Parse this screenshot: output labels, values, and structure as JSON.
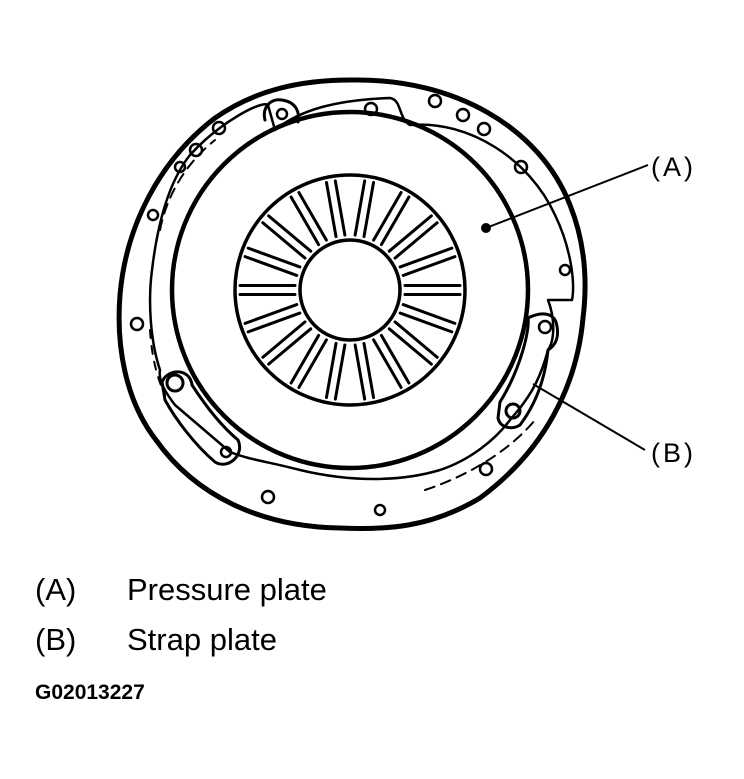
{
  "diagram": {
    "callouts": [
      {
        "key": "(A)"
      },
      {
        "key": "(B)"
      }
    ]
  },
  "legend": [
    {
      "key": "(A)",
      "text": "Pressure plate"
    },
    {
      "key": "(B)",
      "text": "Strap plate"
    }
  ],
  "figure_code": "G02013227",
  "colors": {
    "line": "#000000",
    "background": "#ffffff"
  }
}
